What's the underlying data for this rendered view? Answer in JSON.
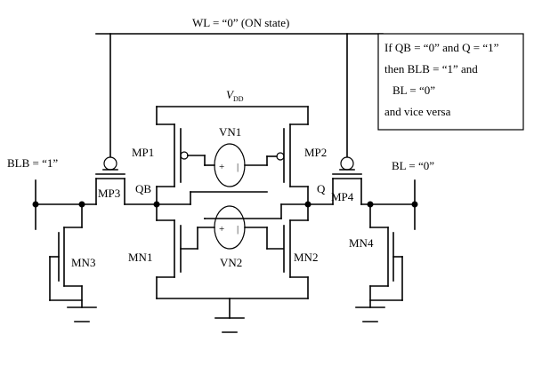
{
  "labels": {
    "wl": "WL = “0” (ON state)",
    "vdd_main": "V",
    "vdd_sub": "DD",
    "blb": "BLB = “1”",
    "bl": "BL = “0”",
    "qb": "QB",
    "q": "Q",
    "mp1": "MP1",
    "mp2": "MP2",
    "mp3": "MP3",
    "mp4": "MP4",
    "mn1": "MN1",
    "mn2": "MN2",
    "mn3": "MN3",
    "mn4": "MN4",
    "vn1": "VN1",
    "vn2": "VN2",
    "plus": "+",
    "minus": "|"
  },
  "note": {
    "line1": "If QB = “0” and Q = “1”",
    "line2": "then BLB = “1” and",
    "line3": "BL = “0”",
    "line4": "and vice versa"
  }
}
